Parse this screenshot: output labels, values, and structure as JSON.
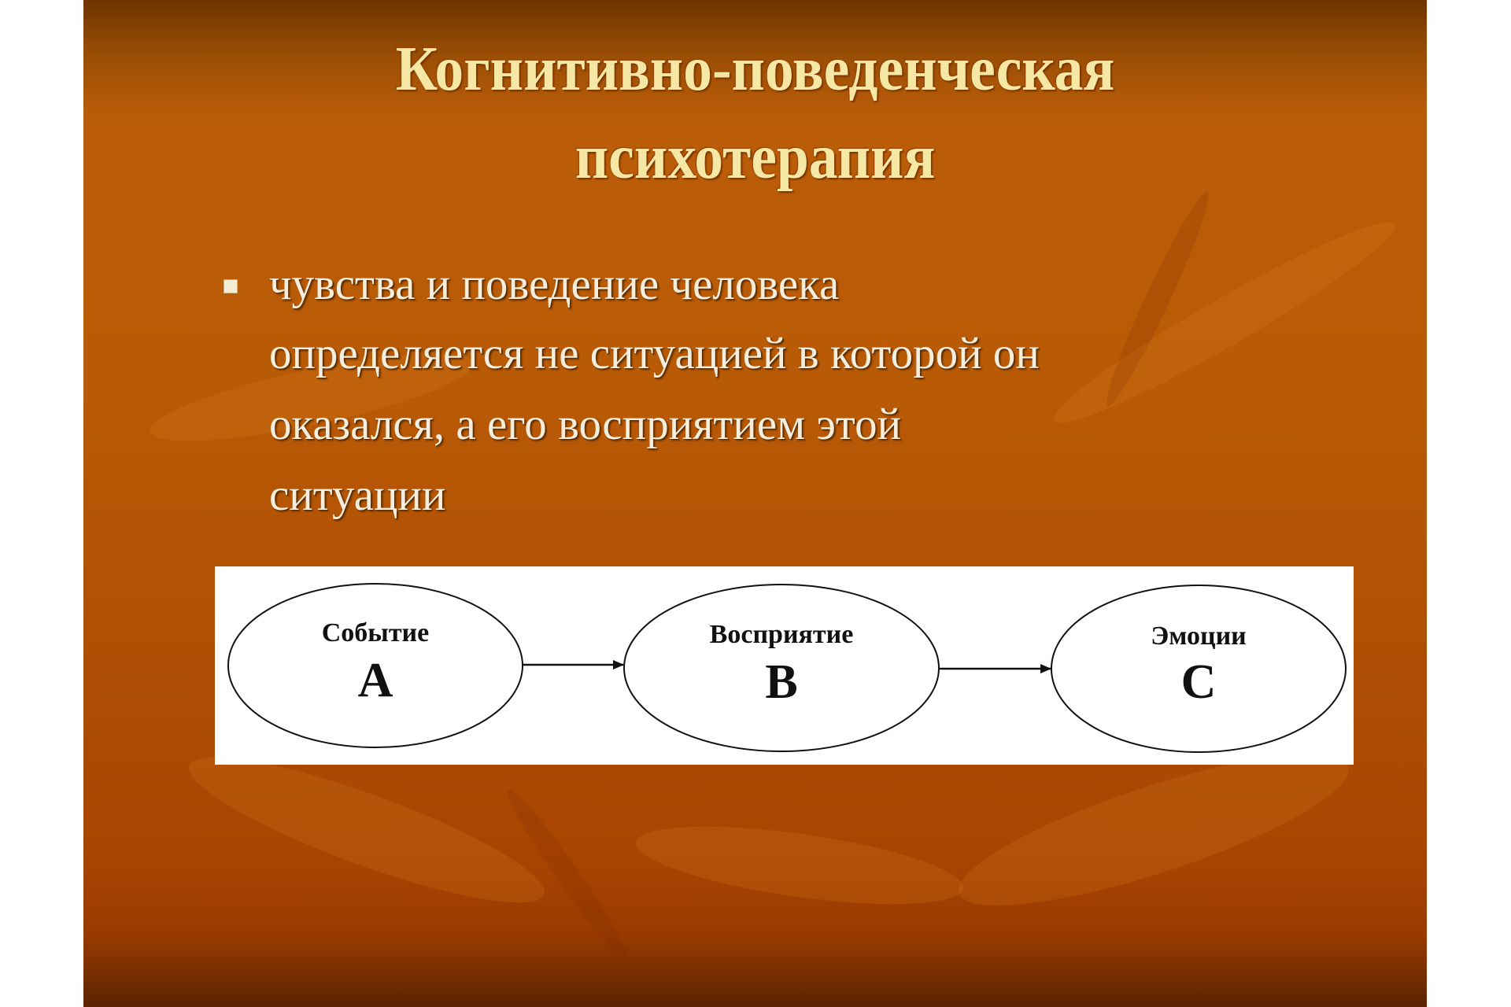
{
  "slide": {
    "title_lines": [
      "Когнитивно-поведенческая",
      "психотерапия"
    ],
    "bullet": {
      "icon": "square-bullet-icon",
      "lines": [
        "чувства и поведение человека",
        "определяется не ситуацией в которой он",
        "оказался, а его восприятием этой",
        "ситуации"
      ]
    },
    "diagram": {
      "nodes": [
        {
          "title": "Событие",
          "letter": "A"
        },
        {
          "title": "Восприятие",
          "letter": "B"
        },
        {
          "title": "Эмоции",
          "letter": "C"
        }
      ],
      "edges": [
        {
          "from": "A",
          "to": "B"
        },
        {
          "from": "B",
          "to": "C"
        }
      ]
    },
    "colors": {
      "background": "#b95a06",
      "title": "#f6e8a4",
      "body_text": "#f6eedd",
      "diagram_bg": "#ffffff",
      "diagram_stroke": "#111111"
    }
  }
}
